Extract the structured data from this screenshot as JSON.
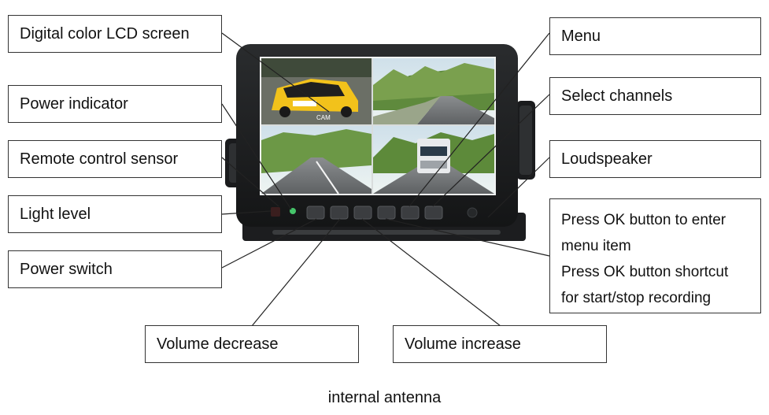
{
  "callouts": {
    "lcd_screen": "Digital color LCD screen",
    "power_indicator": "Power indicator",
    "remote_sensor": "Remote control sensor",
    "light_level": "Light level",
    "power_switch": "Power switch",
    "volume_decrease": "Volume decrease",
    "volume_increase": "Volume increase",
    "menu": "Menu",
    "select_channels": "Select channels",
    "loudspeaker": "Loudspeaker",
    "ok_button": [
      "Press OK button to enter",
      "menu item",
      "Press OK button shortcut",
      "for start/stop recording"
    ]
  },
  "screen_overlay_text": "CAM",
  "caption": "internal antenna"
}
